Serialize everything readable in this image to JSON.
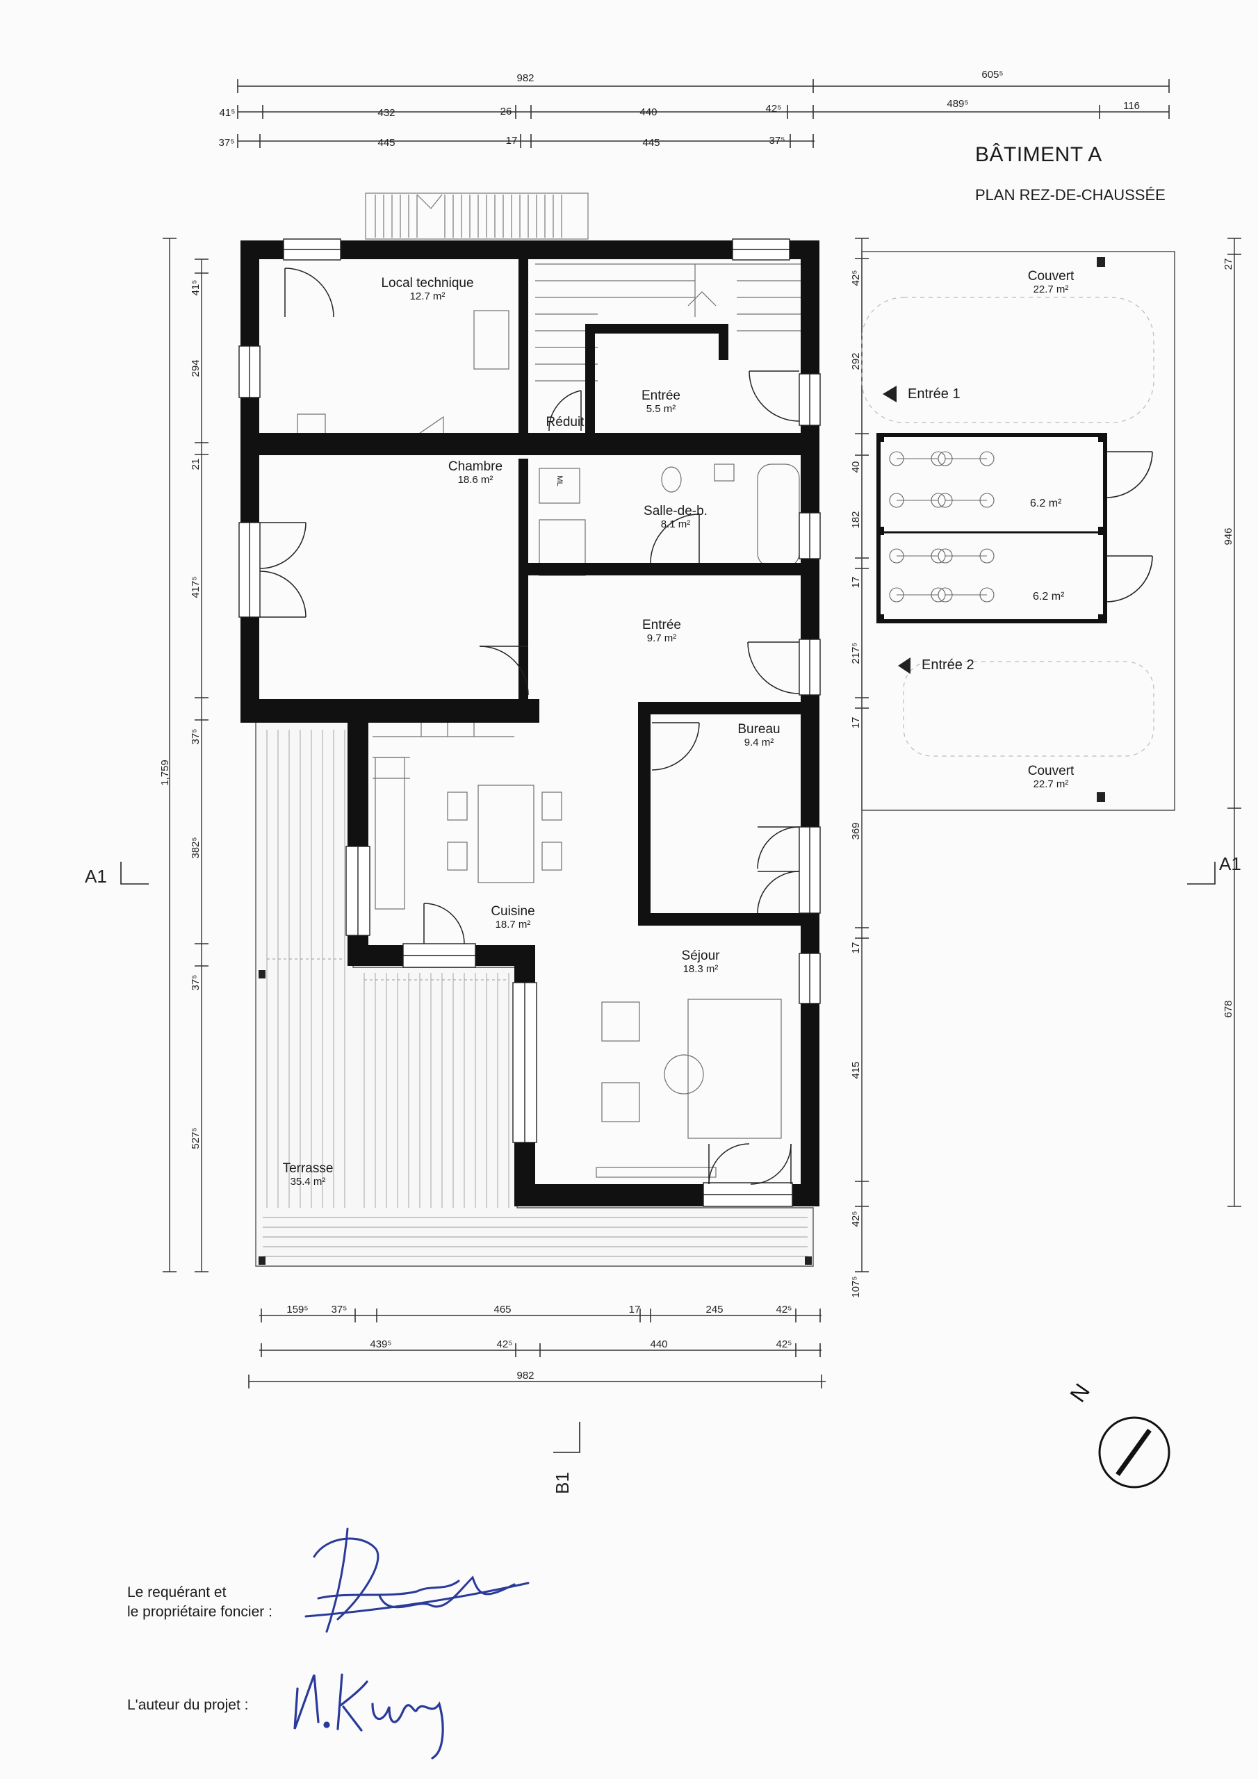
{
  "title": {
    "building": "BÂTIMENT A",
    "plan": "PLAN REZ-DE-CHAUSSÉE"
  },
  "rooms": {
    "local": {
      "name": "Local technique",
      "area": "12.7 m²"
    },
    "entree1": {
      "name": "Entrée",
      "area": "5.5 m²"
    },
    "reduit": {
      "name": "Réduit"
    },
    "chambre": {
      "name": "Chambre",
      "area": "18.6 m²"
    },
    "sdb": {
      "name": "Salle-de-b.",
      "area": "8.1 m²"
    },
    "ml": "ML",
    "entree2": {
      "name": "Entrée",
      "area": "9.7 m²"
    },
    "bureau": {
      "name": "Bureau",
      "area": "9.4 m²"
    },
    "cuisine": {
      "name": "Cuisine",
      "area": "18.7 m²"
    },
    "sejour": {
      "name": "Séjour",
      "area": "18.3 m²"
    },
    "terrasse": {
      "name": "Terrasse",
      "area": "35.4 m²"
    }
  },
  "outside": {
    "couvert_top": {
      "name": "Couvert",
      "area": "22.7 m²"
    },
    "couvert_bottom": {
      "name": "Couvert",
      "area": "22.7 m²"
    },
    "entry1": "Entrée 1",
    "entry2": "Entrée 2",
    "bike1": "6.2 m²",
    "bike2": "6.2 m²"
  },
  "sections": {
    "a_left": "A1",
    "a_right": "A1",
    "b": "B1"
  },
  "north": "N",
  "dimensions": {
    "top1": [
      "982",
      "605⁵"
    ],
    "top2": [
      "41⁵",
      "432",
      "26",
      "440",
      "42⁵",
      "489⁵",
      "116"
    ],
    "top3": [
      "37⁵",
      "445",
      "17",
      "445",
      "37⁵"
    ],
    "bottom1": [
      "159⁵",
      "37⁵",
      "465",
      "17",
      "245",
      "42⁵"
    ],
    "bottom2": [
      "439⁵",
      "42⁵",
      "440",
      "42⁵"
    ],
    "bottom3": [
      "982"
    ],
    "left_outer": "1,759",
    "left_inner": [
      "41⁵",
      "294",
      "21",
      "417⁵",
      "37⁵",
      "382⁵",
      "37⁵",
      "527⁵"
    ],
    "right_inner": [
      "42⁵",
      "292",
      "40",
      "182",
      "17",
      "217⁵",
      "17",
      "369",
      "17",
      "415",
      "42⁵",
      "107⁵"
    ],
    "right_outer": [
      "27",
      "946",
      "678"
    ]
  },
  "signatures": {
    "owner_label_1": "Le requérant et",
    "owner_label_2": "le propriétaire foncier :",
    "author_label": "L'auteur du projet :",
    "author_sign": "N. Kurz"
  }
}
